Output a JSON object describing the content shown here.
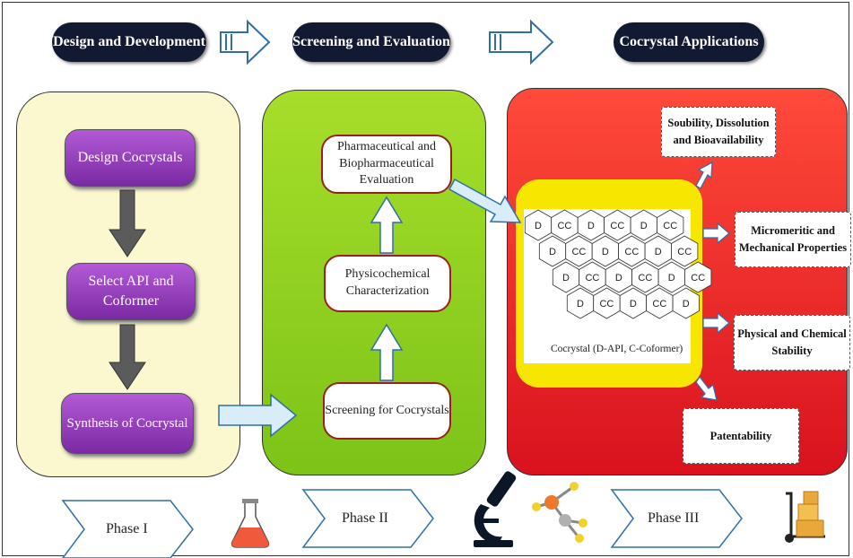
{
  "stages": {
    "design": "Design and Development",
    "screening": "Screening and Evaluation",
    "applications": "Cocrystal Applications"
  },
  "phase1": {
    "step1": "Design Cocrystals",
    "step2_line1": "Select API and",
    "step2_line2": "Coformer",
    "step3": "Synthesis of Cocrystal"
  },
  "phase2": {
    "step1": "Screening for  Cocrystals",
    "step2_line1": "Physicochemical",
    "step2_line2": "Characterization",
    "step3_line1": "Pharmaceutical and",
    "step3_line2": "Biopharmaceutical",
    "step3_line3": "Evaluation"
  },
  "cocrystal": {
    "caption": "Cocrystal (D-API, C-Coformer)",
    "cells": [
      "D",
      "CC",
      "D",
      "CC",
      "D",
      "CC",
      "D",
      "CC",
      "D",
      "CC",
      "D",
      "CC",
      "D",
      "CC",
      "D",
      "CC",
      "D",
      "CC",
      "D",
      "CC",
      "D",
      "CC",
      "D"
    ]
  },
  "applications": {
    "a1_line1": "Soubility, Dissolution",
    "a1_line2": "and Bioavailability",
    "a2_line1": "Micromeritic and",
    "a2_line2": "Mechanical Properties",
    "a3_line1": "Physical and Chemical",
    "a3_line2": "Stability",
    "a4": "Patentability"
  },
  "phases": [
    "Phase I",
    "Phase II",
    "Phase III"
  ],
  "icons": [
    "flask-icon",
    "microscope-icon",
    "molecule-icon",
    "hand-truck-icon"
  ],
  "colors": {
    "pill": "#121a33",
    "panel1": "#fbf7cf",
    "panel2": "#8fd11c",
    "panel3": "#e8202a",
    "purple": "#8b3ab8",
    "highlight": "#f7e600",
    "arrow_fill": "#d8ecfa",
    "arrow_stroke": "#2f6fa8"
  }
}
